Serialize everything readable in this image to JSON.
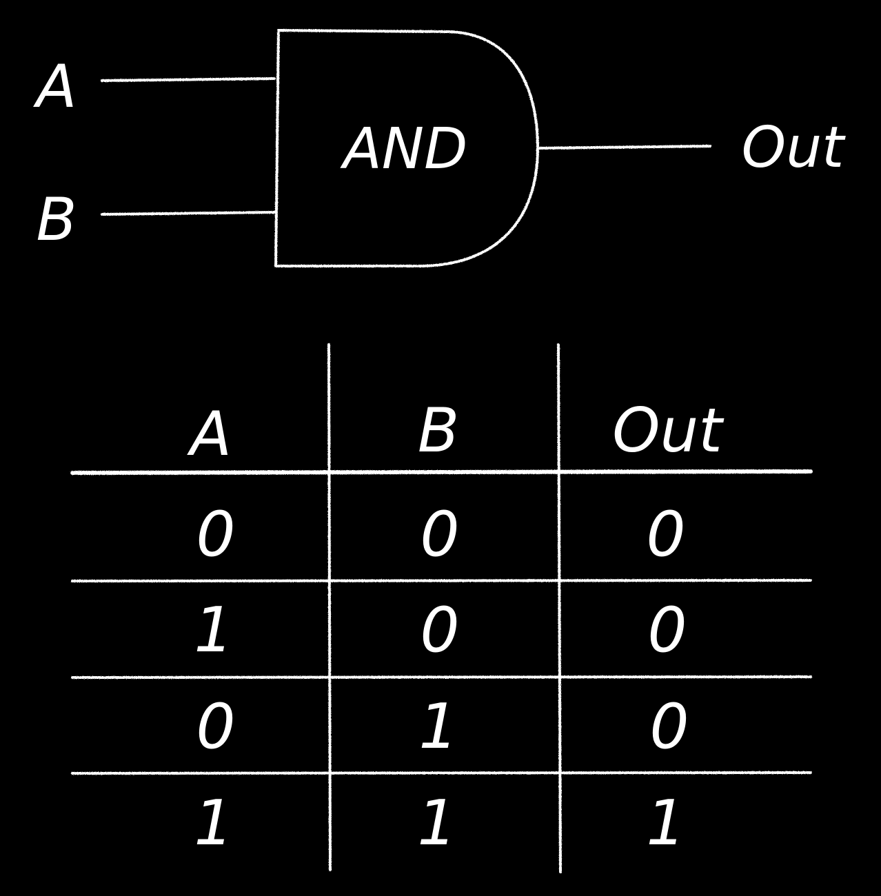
{
  "diagram": {
    "gate": {
      "label": "AND",
      "inputs": [
        "A",
        "B"
      ],
      "output": "Out"
    }
  },
  "truth_table": {
    "headers": [
      "A",
      "B",
      "Out"
    ],
    "rows": [
      [
        "0",
        "0",
        "0"
      ],
      [
        "1",
        "0",
        "0"
      ],
      [
        "0",
        "1",
        "0"
      ],
      [
        "1",
        "1",
        "1"
      ]
    ]
  },
  "colors": {
    "background": "#000000",
    "chalk": "#ffffff"
  }
}
